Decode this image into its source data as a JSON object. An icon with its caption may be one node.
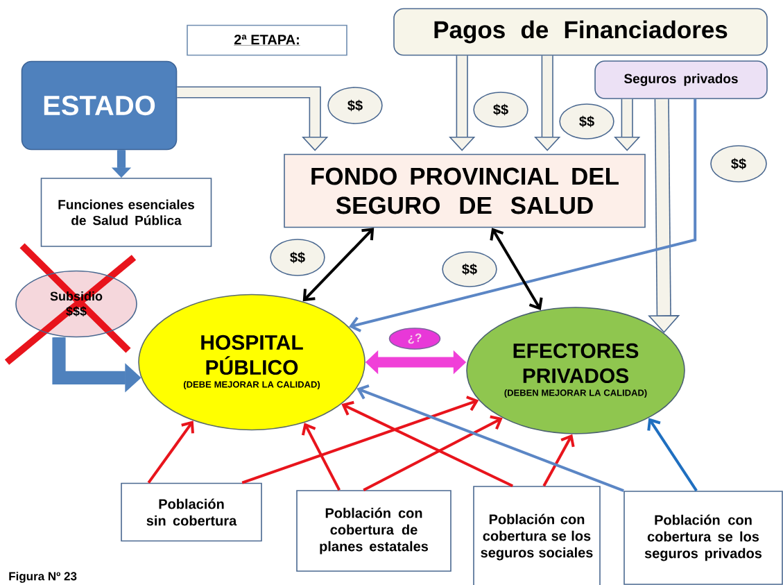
{
  "diagram": {
    "caption": "Figura Nº 23",
    "nodes": [
      {
        "text": [
          "2ª ETAPA:"
        ]
      },
      {
        "text": [
          "Pagos de Financiadores"
        ]
      },
      {
        "text": [
          "ESTADO"
        ]
      },
      {
        "text": [
          "Seguros privados"
        ]
      },
      {
        "text": [
          "$$"
        ]
      },
      {
        "text": [
          "$$"
        ]
      },
      {
        "text": [
          "$$"
        ]
      },
      {
        "text": [
          "FONDO PROVINCIAL DEL SEGURO DE SALUD"
        ]
      },
      {
        "text": [
          "$$"
        ]
      },
      {
        "text": [
          "Funciones esenciales de Salud Pública"
        ]
      },
      {
        "text": [
          "$$"
        ]
      },
      {
        "text": [
          "$$"
        ]
      },
      {
        "text": [
          "Subsidio $$$"
        ]
      },
      {
        "text": [
          "¿?"
        ]
      },
      {
        "text": [
          "HOSPITAL PÚBLICO",
          "(DEBE MEJORAR LA CALIDAD)"
        ]
      },
      {
        "text": [
          "EFECTORES PRIVADOS",
          "(DEBEN MEJORAR LA CALIDAD)"
        ]
      },
      {
        "text": [
          "Población sin cobertura"
        ]
      },
      {
        "text": [
          "Población con cobertura de planes estatales"
        ]
      },
      {
        "text": [
          "Población con cobertura se los seguros sociales"
        ]
      },
      {
        "text": [
          "Población con cobertura se los seguros privados"
        ]
      }
    ],
    "edges": [
      {
        "from": 2,
        "to": 7,
        "arrow": "to",
        "style": "thick",
        "color": "#4a6890"
      },
      {
        "from": 1,
        "to": 7,
        "arrow": "to",
        "style": "thick",
        "color": "#4a6890"
      },
      {
        "from": 1,
        "to": 7,
        "arrow": "to",
        "style": "thick",
        "color": "#4a6890"
      },
      {
        "from": 3,
        "to": 7,
        "arrow": "to",
        "style": "thick",
        "color": "#4a6890"
      },
      {
        "from": 3,
        "to": 15,
        "arrow": "to",
        "style": "thick",
        "color": "#4a6890"
      },
      {
        "from": 3,
        "to": 14,
        "arrow": "to",
        "color": "#5b86c5"
      },
      {
        "from": 2,
        "to": 9,
        "arrow": "to",
        "style": "thick",
        "color": "#4f81bd"
      },
      {
        "from": 7,
        "to": 14,
        "arrow": "both",
        "color": "#000000"
      },
      {
        "from": 7,
        "to": 15,
        "arrow": "both",
        "color": "#000000"
      },
      {
        "from": 12,
        "to": 14,
        "arrow": "to",
        "style": "thick",
        "color": "#4f81bd"
      },
      {
        "from": 14,
        "to": 15,
        "arrow": "both",
        "style": "thick",
        "color": "#f040d8"
      },
      {
        "from": 16,
        "to": 14,
        "arrow": "to",
        "color": "#e8141c"
      },
      {
        "from": 16,
        "to": 15,
        "arrow": "to",
        "color": "#e8141c"
      },
      {
        "from": 17,
        "to": 14,
        "arrow": "to",
        "color": "#e8141c"
      },
      {
        "from": 17,
        "to": 15,
        "arrow": "to",
        "color": "#e8141c"
      },
      {
        "from": 18,
        "to": 14,
        "arrow": "to",
        "color": "#e8141c"
      },
      {
        "from": 18,
        "to": 15,
        "arrow": "to",
        "color": "#e8141c"
      },
      {
        "from": 19,
        "to": 14,
        "arrow": "to",
        "color": "#5b86c5"
      },
      {
        "from": 19,
        "to": 15,
        "arrow": "to",
        "color": "#1f6fc0"
      }
    ]
  }
}
